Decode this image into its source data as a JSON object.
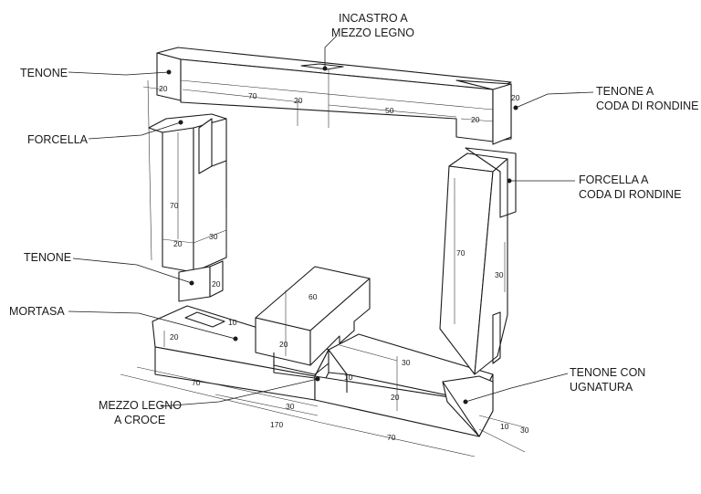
{
  "callouts": {
    "incastro": [
      "INCASTRO A",
      "MEZZO LEGNO"
    ],
    "tenone_top": [
      "TENONE"
    ],
    "tenone_coda": [
      "TENONE A",
      "CODA DI RONDINE"
    ],
    "forcella": [
      "FORCELLA"
    ],
    "forcella_coda": [
      "FORCELLA A",
      "CODA DI RONDINE"
    ],
    "tenone_left": [
      "TENONE"
    ],
    "mortasa": [
      "MORTASA"
    ],
    "mezzo_legno_croce": [
      "MEZZO LEGNO",
      "A CROCE"
    ],
    "tenone_ugnatura": [
      "TENONE CON",
      "UGNATURA"
    ]
  },
  "dimensions": {
    "top_20_left": "20",
    "top_70": "70",
    "top_20_mid": "20",
    "top_50": "50",
    "top_20_right": "20",
    "top_20_end": "20",
    "left_70": "70",
    "left_20": "20",
    "left_30": "30",
    "left_tenon_20": "20",
    "right_70": "70",
    "right_30": "30",
    "cross_60": "60",
    "cross_20": "20",
    "mortasa_10": "10",
    "mortasa_20": "20",
    "base_10": "10",
    "base_30": "30",
    "base_20": "20",
    "bottom_70_left": "70",
    "bottom_30": "30",
    "bottom_170": "170",
    "bottom_70_right": "70",
    "miter_10": "10",
    "miter_30": "30"
  }
}
